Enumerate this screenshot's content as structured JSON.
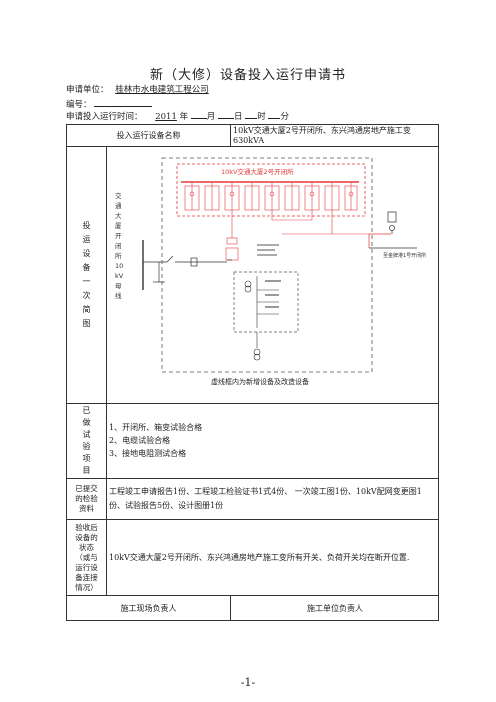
{
  "title": "新（大修）设备投入运行申请书",
  "applicant": {
    "label": "申请单位：",
    "value": "桂林市水电建筑工程公司"
  },
  "serial": {
    "label": "编号："
  },
  "apply_time": {
    "label": "申请投入运行时间：",
    "year": "2011",
    "year_unit": "年",
    "month_unit": "月",
    "day_unit": "日",
    "hour_unit": "时",
    "minute_unit": "分"
  },
  "equipment": {
    "label": "投入运行设备名称",
    "value": "10kV交通大厦2号开闭所、东兴鸿通房地产施工变630kVA"
  },
  "diagram": {
    "row_label": [
      "投",
      "运",
      "设",
      "备",
      "一",
      "次",
      "简",
      "图"
    ],
    "station_title": "10kV交通大厦2号开闭所",
    "bus_vertical": [
      "交",
      "通",
      "大",
      "厦",
      "开",
      "闭",
      "所",
      "10",
      "kV",
      "母",
      "线"
    ],
    "right_label": "至金牌港1号开闭所",
    "footer": "虚线框内为新增设备及改造设备",
    "colors": {
      "red": "#e23a3a",
      "dash": "#555555",
      "line": "#333333"
    }
  },
  "tests": {
    "label": [
      "已",
      "做",
      "试",
      "验",
      "项",
      "目"
    ],
    "items": [
      "1、开闭所、箱变试验合格",
      "2、电缆试验合格",
      "3、接地电阻测试合格"
    ]
  },
  "submitted": {
    "label": [
      "已提交",
      "的检验",
      "资料"
    ],
    "value": "工程竣工申请报告1份、工程竣工检验证书1式4份、 一次竣工图1份、10kV配网变更图1份、试验报告5份、设计图册1份"
  },
  "acceptance": {
    "label": [
      "验收后",
      "设备的",
      "状态",
      "（或与",
      "运行设",
      "备连接",
      "情况）"
    ],
    "value": "10kV交通大厦2号开闭所、东兴鸿通房地产施工变所有开关、负荷开关均在断开位置."
  },
  "signers": {
    "site_manager": "施工现场负责人",
    "unit_manager": "施工单位负责人"
  },
  "page_number": "-1-"
}
